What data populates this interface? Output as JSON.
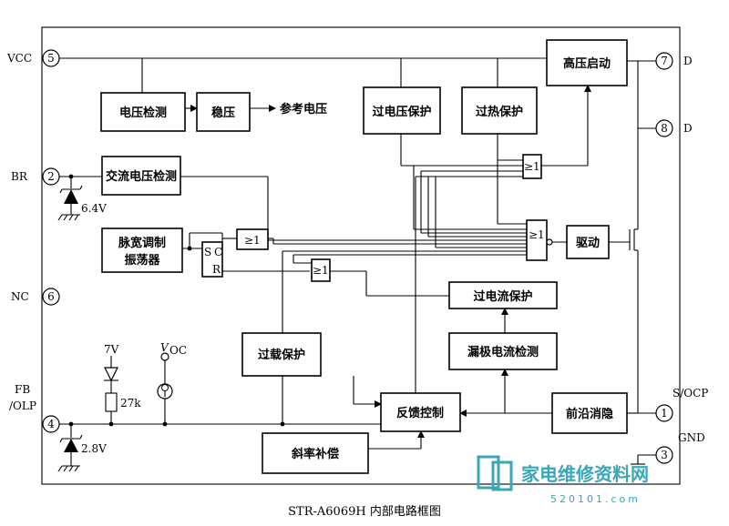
{
  "caption": "STR-A6069H 内部电路框图",
  "blocks": {
    "gaoya_qidong": "高压启动",
    "dianya_jiance": "电压检测",
    "wenya": "稳压",
    "guodianya_baohu": "过电压保护",
    "guore_baohu": "过热保护",
    "jiaoliu_dianya_jiance": "交流电压检测",
    "maikuan_tiaozhi_line1": "脉宽调制",
    "maikuan_tiaozhi_line2": "振荡器",
    "qudong": "驱动",
    "guodianliu_baohu": "过电流保护",
    "guozai_baohu": "过载保护",
    "louji_dianliu_jiance": "漏极电流检测",
    "fankui_kongzhi": "反馈控制",
    "qianyan_xiaoyin": "前沿消隐",
    "xielv_buchang": "斜率补偿"
  },
  "labels": {
    "cankao_dianya": "参考电压",
    "gate_or_1": "≥1",
    "gate_or_2": "≥1",
    "gate_or_3": "≥1",
    "gate_or_4": "≥1",
    "sr_s": "S",
    "sr_c": "C",
    "sr_r": "R",
    "zener_br": "6.4V",
    "zener_fb": "2.8V",
    "v7": "7V",
    "res_27k": "27k",
    "voc_main": "V",
    "voc_sub": "OC"
  },
  "pins": [
    {
      "num": "5",
      "label": "VCC"
    },
    {
      "num": "2",
      "label": "BR"
    },
    {
      "num": "6",
      "label": "NC"
    },
    {
      "num": "4",
      "label_line1": "FB",
      "label_line2": "/OLP"
    },
    {
      "num": "7",
      "label": "D"
    },
    {
      "num": "8",
      "label": "D"
    },
    {
      "num": "1",
      "label": "S/OCP"
    },
    {
      "num": "3",
      "label": "GND"
    }
  ],
  "watermark": {
    "brand": "家电维修资料网",
    "url": "520101.com"
  }
}
